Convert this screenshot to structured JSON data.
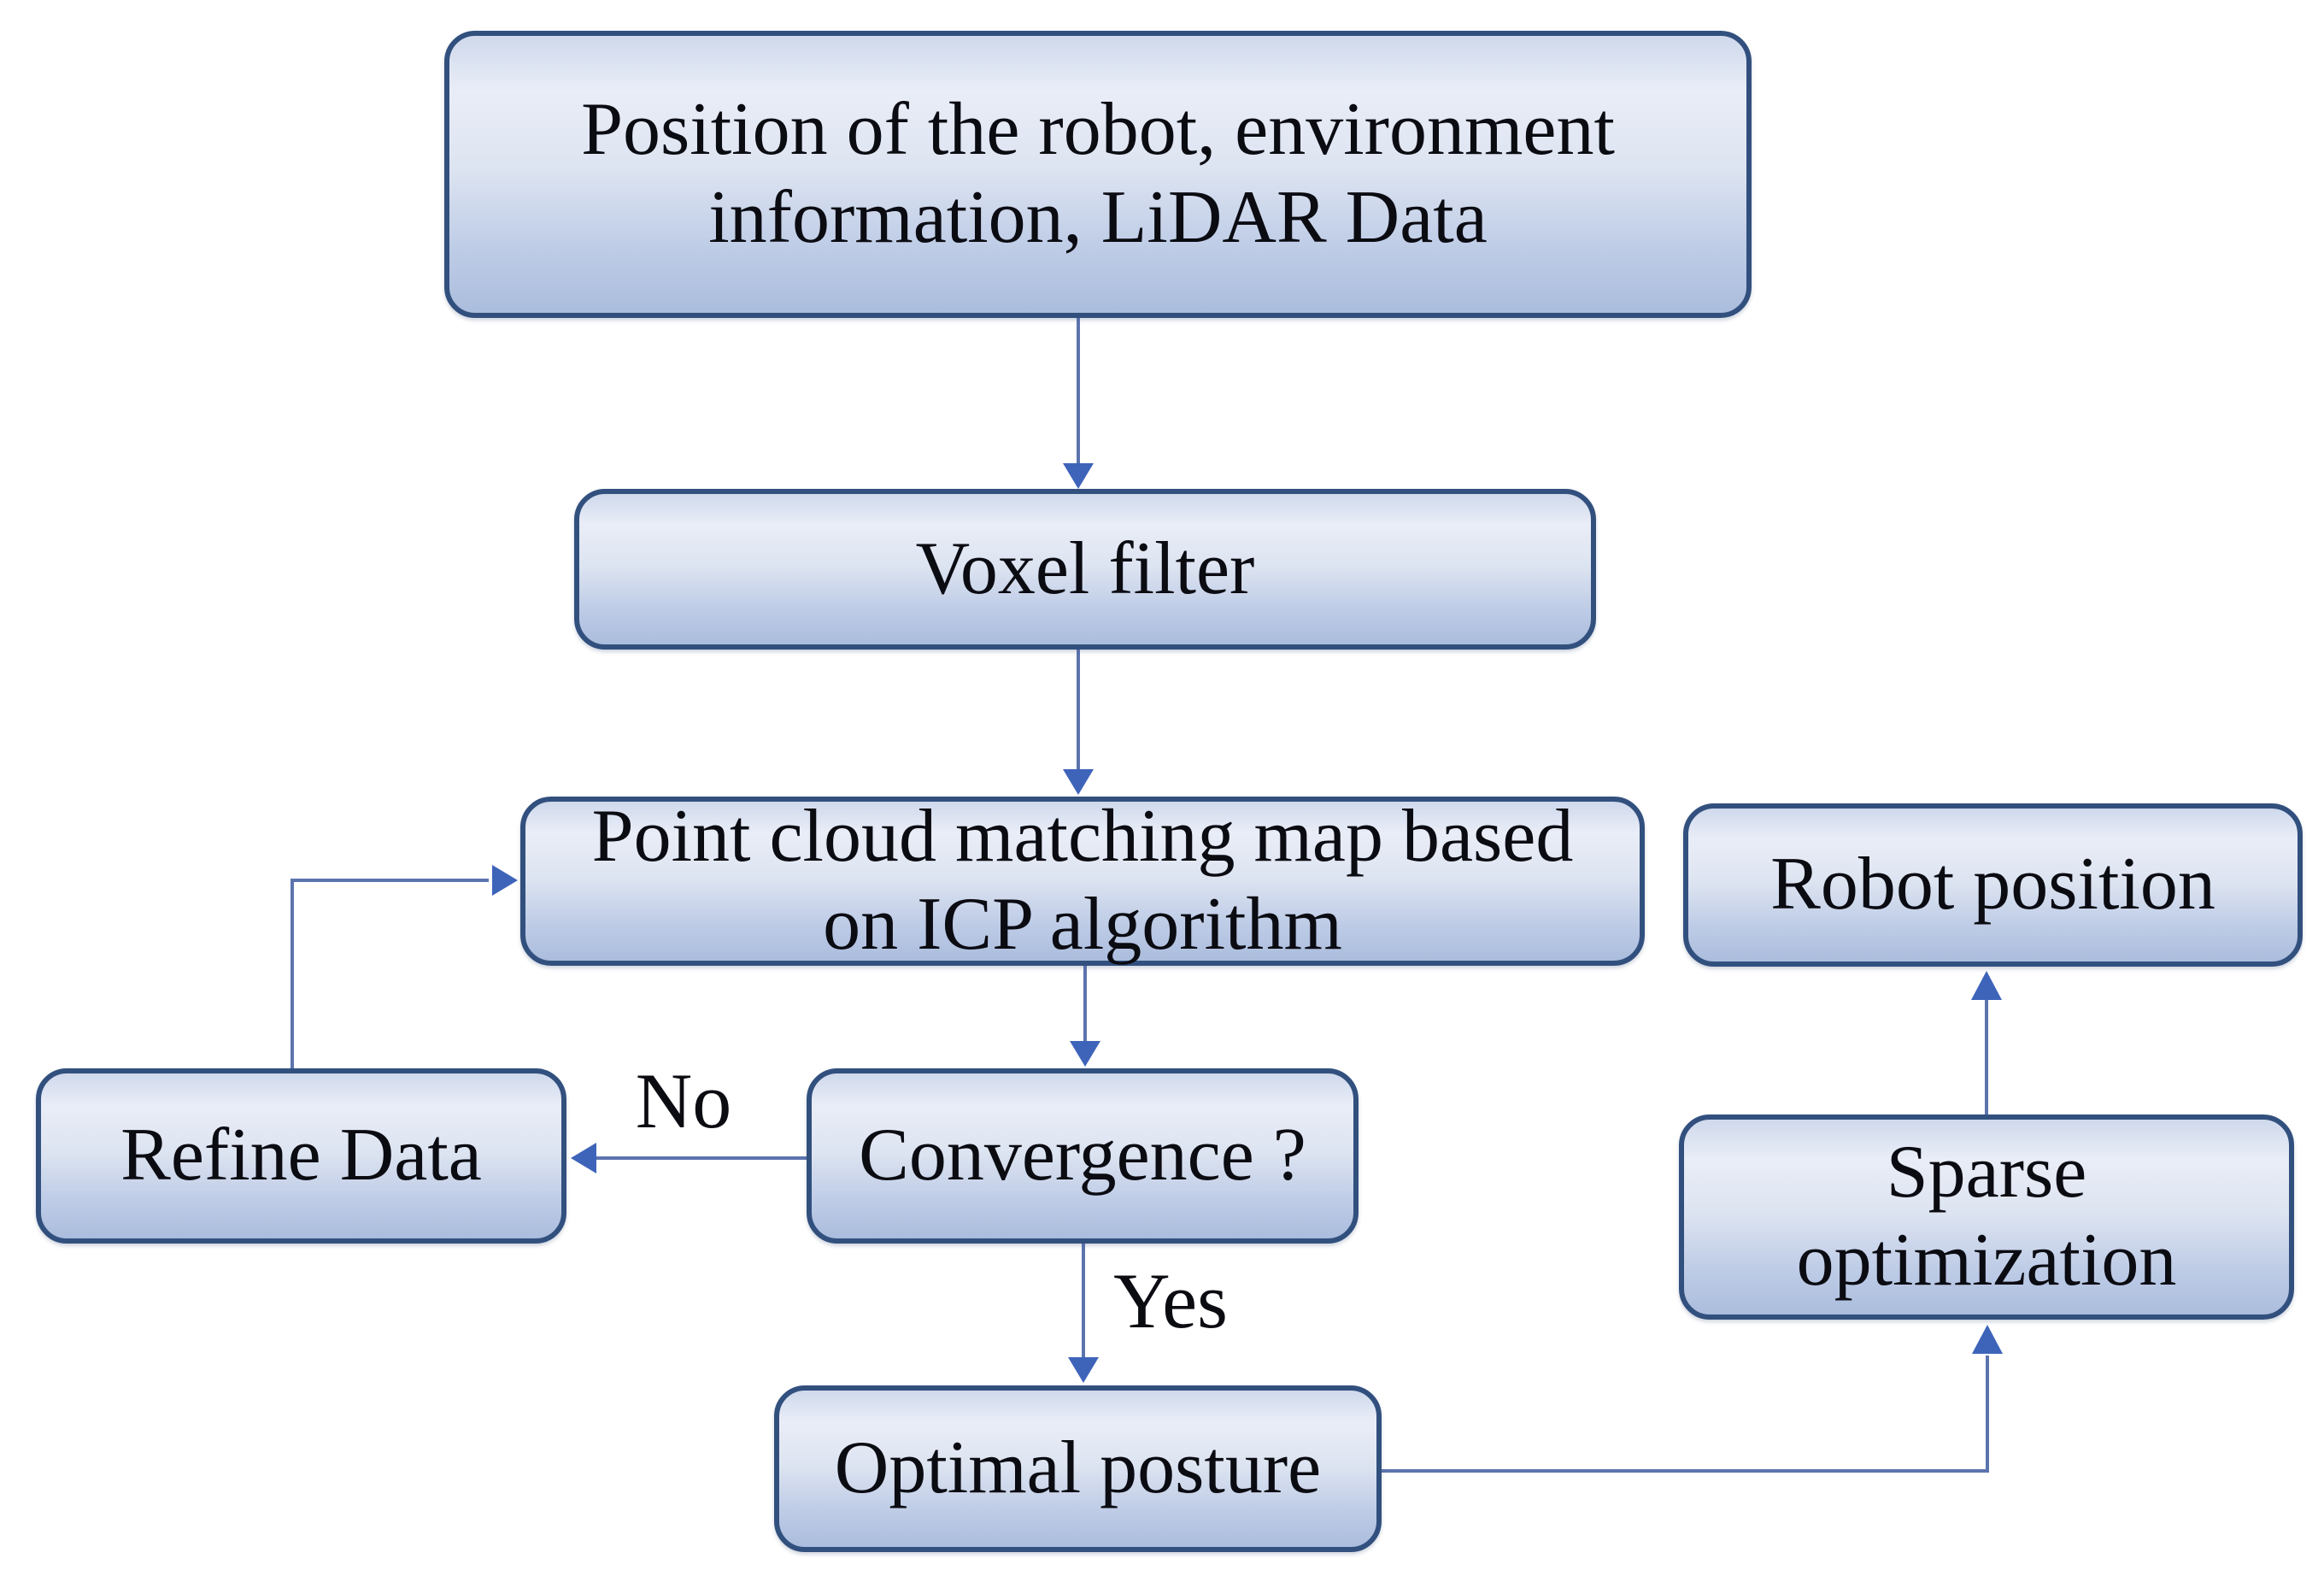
{
  "diagram": {
    "type": "flowchart",
    "nodes": {
      "input": {
        "label": "Position of the robot, environment\ninformation, LiDAR Data"
      },
      "voxel": {
        "label": "Voxel filter"
      },
      "icp": {
        "label": "Point cloud matching map based\non ICP algorithm"
      },
      "robot_position": {
        "label": "Robot position"
      },
      "convergence": {
        "label": "Convergence ?"
      },
      "refine_data": {
        "label": "Refine Data"
      },
      "optimal_posture": {
        "label": "Optimal posture"
      },
      "sparse_optimization": {
        "label": "Sparse\noptimization"
      }
    },
    "edge_labels": {
      "no": "No",
      "yes": "Yes"
    },
    "edges": [
      {
        "from": "input",
        "to": "voxel",
        "label": ""
      },
      {
        "from": "voxel",
        "to": "icp",
        "label": ""
      },
      {
        "from": "icp",
        "to": "convergence",
        "label": ""
      },
      {
        "from": "convergence",
        "to": "refine_data",
        "label": "No"
      },
      {
        "from": "refine_data",
        "to": "icp",
        "label": ""
      },
      {
        "from": "convergence",
        "to": "optimal_posture",
        "label": "Yes"
      },
      {
        "from": "optimal_posture",
        "to": "sparse_optimization",
        "label": ""
      },
      {
        "from": "sparse_optimization",
        "to": "robot_position",
        "label": ""
      }
    ],
    "colors": {
      "node_border": "#32507e",
      "node_fill_top": "#cfd9ec",
      "node_fill_highlight": "#e9edf7",
      "node_fill_mid": "#dde4f1",
      "node_fill_bottom": "#abbddd",
      "edge_line": "#5c74ae",
      "arrowhead": "#3e64ba",
      "text": "#0b0b12",
      "bg": "#ffffff"
    }
  }
}
